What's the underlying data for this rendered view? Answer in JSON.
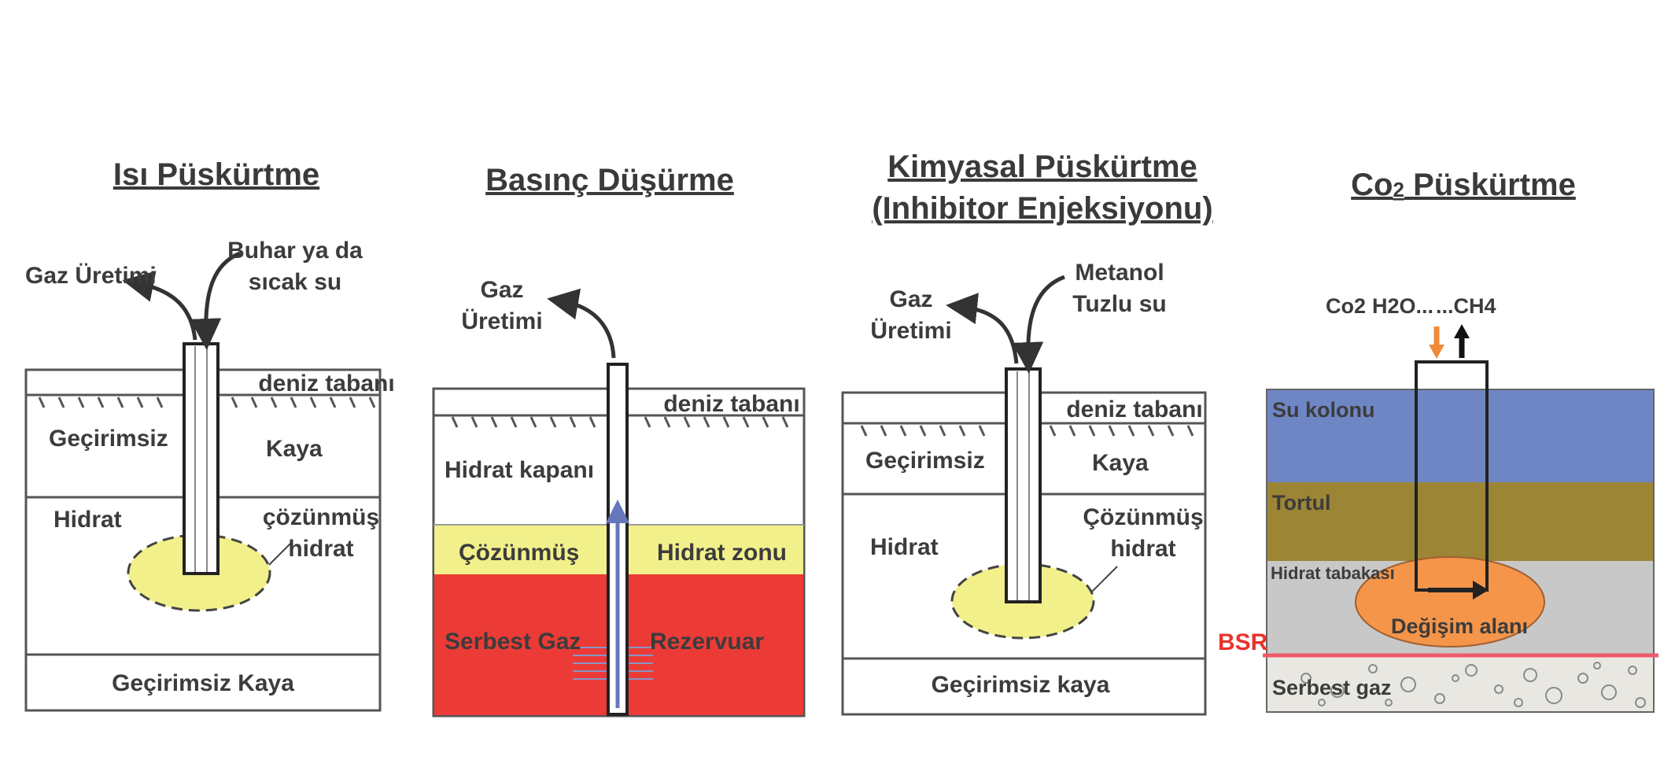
{
  "panels": [
    {
      "title": "Isı Püskürtme",
      "labels": {
        "gas": "Gaz Üretimi",
        "inject_1": "Buhar ya da",
        "inject_2": "sıcak su",
        "seafloor": "deniz tabanı",
        "impermeable": "Geçirimsiz",
        "rock": "Kaya",
        "hydrate": "Hidrat",
        "dissolved_1": "çözünmüş",
        "dissolved_2": "hidrat",
        "bottom": "Geçirimsiz Kaya"
      }
    },
    {
      "title": "Basınç Düşürme",
      "labels": {
        "gas_1": "Gaz",
        "gas_2": "Üretimi",
        "seafloor": "deniz tabanı",
        "trap": "Hidrat kapanı",
        "dissolved": "Çözünmüş",
        "zone": "Hidrat zonu",
        "free_gas": "Serbest Gaz",
        "reservoir": "Rezervuar"
      }
    },
    {
      "title_1": "Kimyasal Püskürtme",
      "title_2": "(Inhibitor Enjeksiyonu)",
      "labels": {
        "gas_1": "Gaz",
        "gas_2": "Üretimi",
        "inject_1": "Metanol",
        "inject_2": "Tuzlu su",
        "seafloor": "deniz tabanı",
        "impermeable": "Geçirimsiz",
        "rock": "Kaya",
        "hydrate": "Hidrat",
        "dissolved_1": "Çözünmüş",
        "dissolved_2": "hidrat",
        "bottom": "Geçirimsiz kaya"
      }
    },
    {
      "title_main": "Co",
      "title_sub": "2",
      "title_rest": " Püskürtme",
      "labels": {
        "co2": "Co2",
        "h2o": "H2O...",
        "ch4": "...CH4",
        "water_column": "Su kolonu",
        "sediment": "Tortul",
        "hydrate_layer": "Hidrat tabakası",
        "exchange": "Değişim alanı",
        "bsr": "BSR",
        "free_gas": "Serbest gaz"
      }
    }
  ],
  "colors": {
    "yellow": "#f2f08a",
    "red": "#ec3b36",
    "blue": "#6f86c4",
    "brown": "#9c8535",
    "gray": "#c8c8c8",
    "orange": "#f4954a",
    "bsr_line": "#ef5a6a",
    "gas_dots": "#e9e7e2"
  }
}
